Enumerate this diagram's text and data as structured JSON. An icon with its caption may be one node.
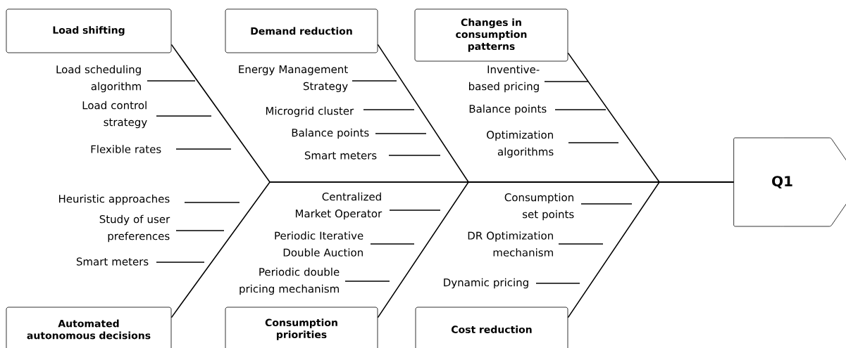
{
  "diagram": {
    "nodes": [
      {
        "text": [
          "Load shifting"
        ]
      },
      {
        "text": [
          "Demand reduction"
        ]
      },
      {
        "text": [
          "Changes in consumption patterns"
        ]
      },
      {
        "text": [
          "Automated autonomous decisions"
        ]
      },
      {
        "text": [
          "Consumption priorities"
        ]
      },
      {
        "text": [
          "Cost reduction"
        ]
      },
      {
        "text": [
          "Q1"
        ]
      }
    ],
    "edges": [
      {
        "from": 0,
        "to": 6,
        "arrow": "none"
      },
      {
        "from": 1,
        "to": 6,
        "arrow": "none"
      },
      {
        "from": 2,
        "to": 6,
        "arrow": "none"
      },
      {
        "from": 3,
        "to": 6,
        "arrow": "none"
      },
      {
        "from": 4,
        "to": 6,
        "arrow": "none"
      },
      {
        "from": 5,
        "to": 6,
        "arrow": "none"
      }
    ],
    "labels": [
      "Load scheduling algorithm",
      "Energy Management Strategy",
      "Inventive-based pricing",
      "Load control strategy",
      "Microgrid cluster",
      "Balance points",
      "Balance points",
      "Flexible rates",
      "Optimization algorithms",
      "Smart meters",
      "Heuristic approaches",
      "Centralized Market Operator",
      "Consumption set points",
      "Study of user preferences",
      "Periodic Iterative Double Auction",
      "DR Optimization mechanism",
      "Smart meters",
      "Periodic double pricing mechanism",
      "Dynamic pricing"
    ]
  }
}
